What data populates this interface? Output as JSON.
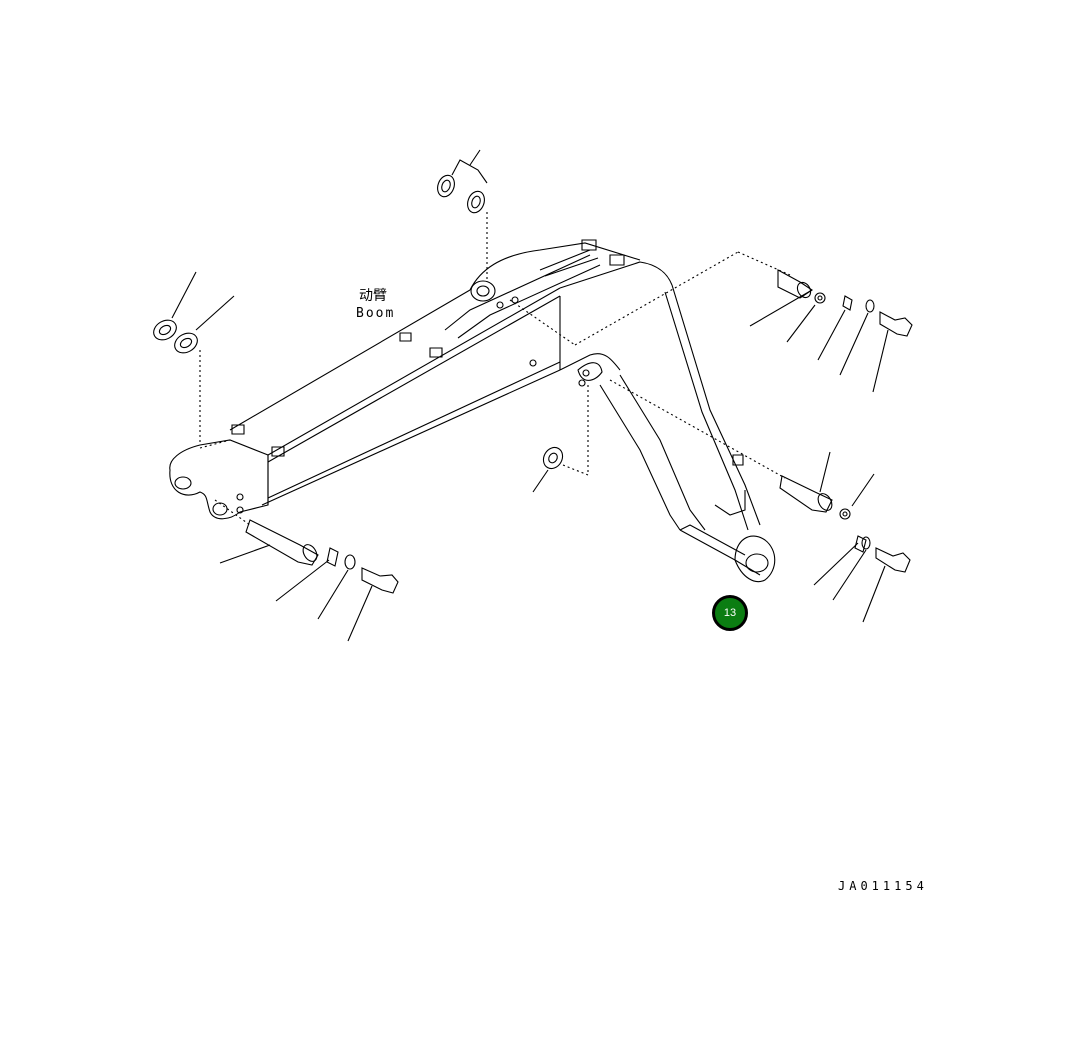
{
  "diagram": {
    "label_cn": "动臂",
    "label_en": "Boom",
    "callout_number": "13",
    "drawing_code": "JA011154"
  },
  "colors": {
    "line": "#000000",
    "callout_fill": "#0b7d12",
    "callout_text": "#ffffff"
  },
  "icons": [
    "boom-part",
    "pin",
    "bolt",
    "washer",
    "shim",
    "lock-plate"
  ]
}
